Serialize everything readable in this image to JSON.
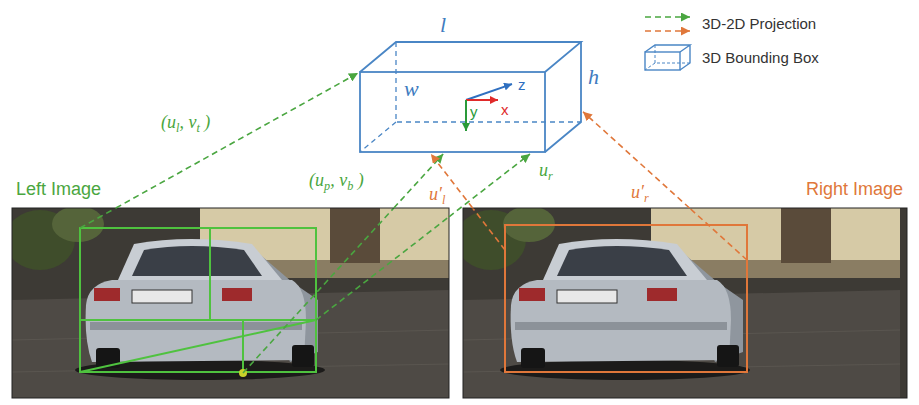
{
  "diagram": {
    "nodes": [
      {
        "text": [
          "l",
          "w",
          "h"
        ]
      },
      {
        "text": [
          "Left Image"
        ]
      },
      {
        "text": [
          "Right Image"
        ]
      }
    ],
    "edges": [
      {
        "from": 1,
        "to": 0,
        "arrow": "to",
        "label": "(ul, vt )"
      },
      {
        "from": 1,
        "to": 0,
        "arrow": "to",
        "label": "(up, vb )"
      },
      {
        "from": 1,
        "to": 0,
        "arrow": "to",
        "label": "ur"
      },
      {
        "from": 2,
        "to": 0,
        "arrow": "to",
        "label": "u′l"
      },
      {
        "from": 2,
        "to": 0,
        "arrow": "to",
        "label": "u′r"
      }
    ],
    "labels": [
      "z",
      "x",
      "y"
    ],
    "legend": [
      {
        "text": "3D-2D Projection"
      },
      {
        "text": "3D Bounding Box"
      }
    ]
  }
}
